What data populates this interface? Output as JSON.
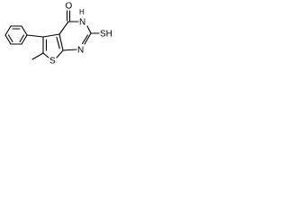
{
  "molecule": {
    "atom_labels": {
      "oxygen": "O",
      "nh_hydrogen": "H",
      "nh_nitrogen": "N",
      "thiol": "SH",
      "ring_nitrogen": "N",
      "thiophene_sulfur": "S"
    },
    "colors": {
      "bond": "#000000",
      "text": "#000000",
      "background": "#ffffff"
    }
  }
}
